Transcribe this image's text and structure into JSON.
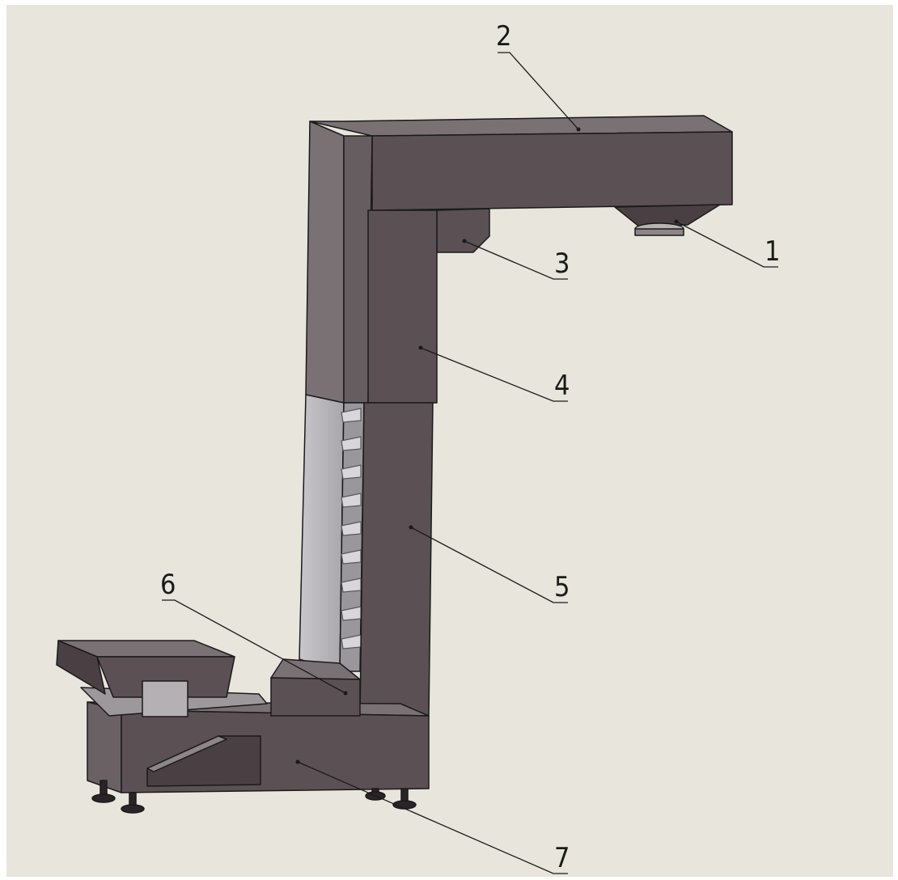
{
  "figure": {
    "background": "#e7e5dc",
    "body_color": "#5b5054",
    "body_dark": "#4a4044",
    "body_light": "#7a7174",
    "glass_color": "#b9b7bb",
    "outline_color": "#1a1a1a"
  },
  "callouts": [
    {
      "id": "1",
      "label": "1"
    },
    {
      "id": "2",
      "label": "2"
    },
    {
      "id": "3",
      "label": "3"
    },
    {
      "id": "4",
      "label": "4"
    },
    {
      "id": "5",
      "label": "5"
    },
    {
      "id": "6",
      "label": "6"
    },
    {
      "id": "7",
      "label": "7"
    }
  ]
}
